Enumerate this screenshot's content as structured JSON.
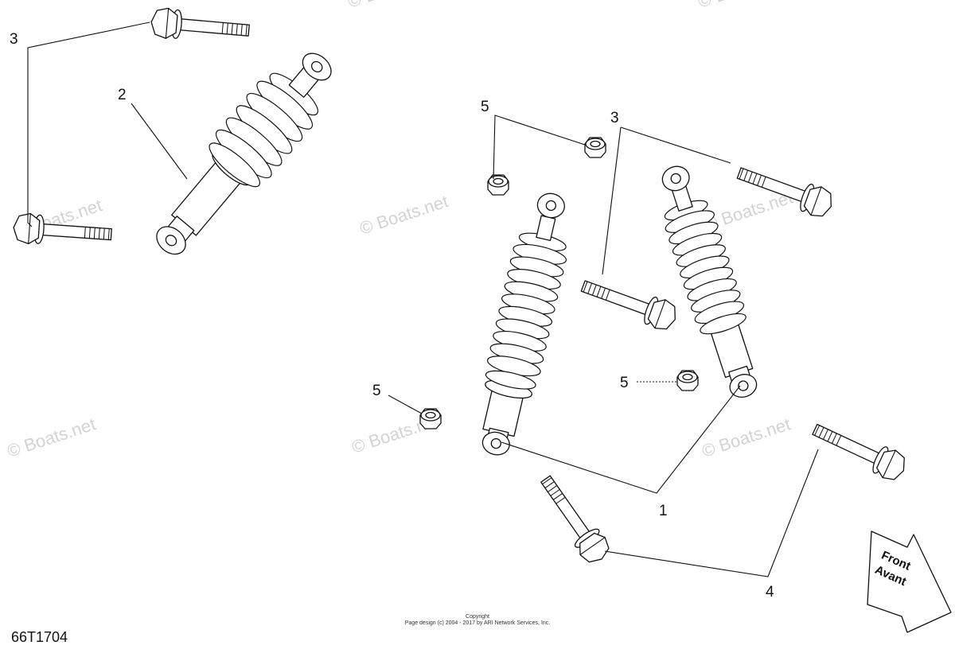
{
  "callouts": {
    "shock_absorber": "1",
    "rear_shock_left": "2",
    "bolt_top": "3",
    "bolt_right": "3",
    "lower_bolt": "4",
    "nut_upper": "5",
    "nut_lower_left": "5",
    "nut_lower_right": "5"
  },
  "arrow": {
    "line1": "Front",
    "line2": "Avant"
  },
  "watermark": "© Boats.net",
  "diagram_code": "66T1704",
  "copyright": {
    "title": "Copyright",
    "text": "Page design (c) 2004 - 2017 by ARI Network Services, Inc."
  }
}
